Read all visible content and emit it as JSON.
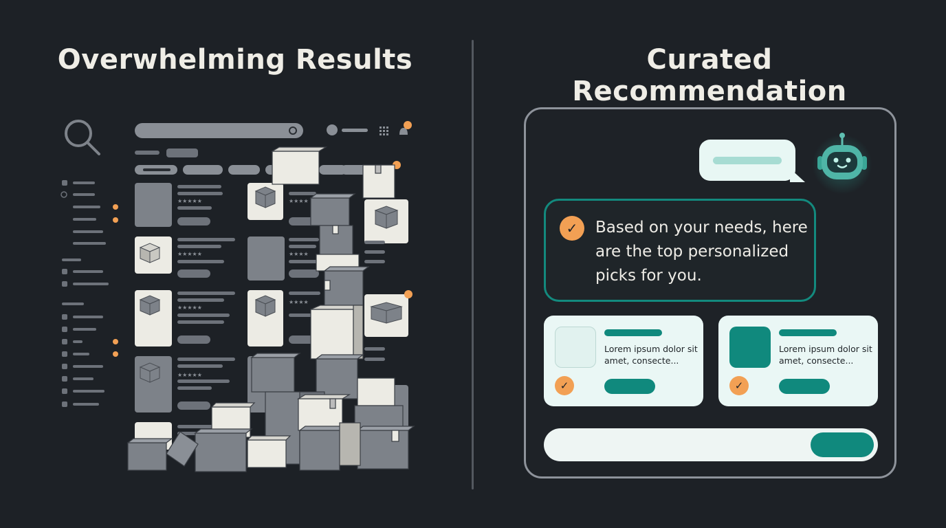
{
  "left": {
    "title": "Overwhelming Results"
  },
  "right": {
    "title": "Curated Recommendation",
    "assistant_message": "Based on your needs, here are the top personalized picks for you.",
    "products": [
      {
        "description": "Lorem ipsum dolor sit amet, consecte..."
      },
      {
        "description": "Lorem ipsum dolor sit amet, consecte..."
      }
    ]
  },
  "icons": {
    "search": "magnifier-icon",
    "bot": "robot-avatar-icon",
    "check": "check-icon",
    "box": "box-icon"
  },
  "colors": {
    "background": "#1d2126",
    "accent_teal": "#10897d",
    "accent_orange": "#f2a054",
    "grey_box": "#7d8289",
    "light_box": "#eeece6"
  }
}
